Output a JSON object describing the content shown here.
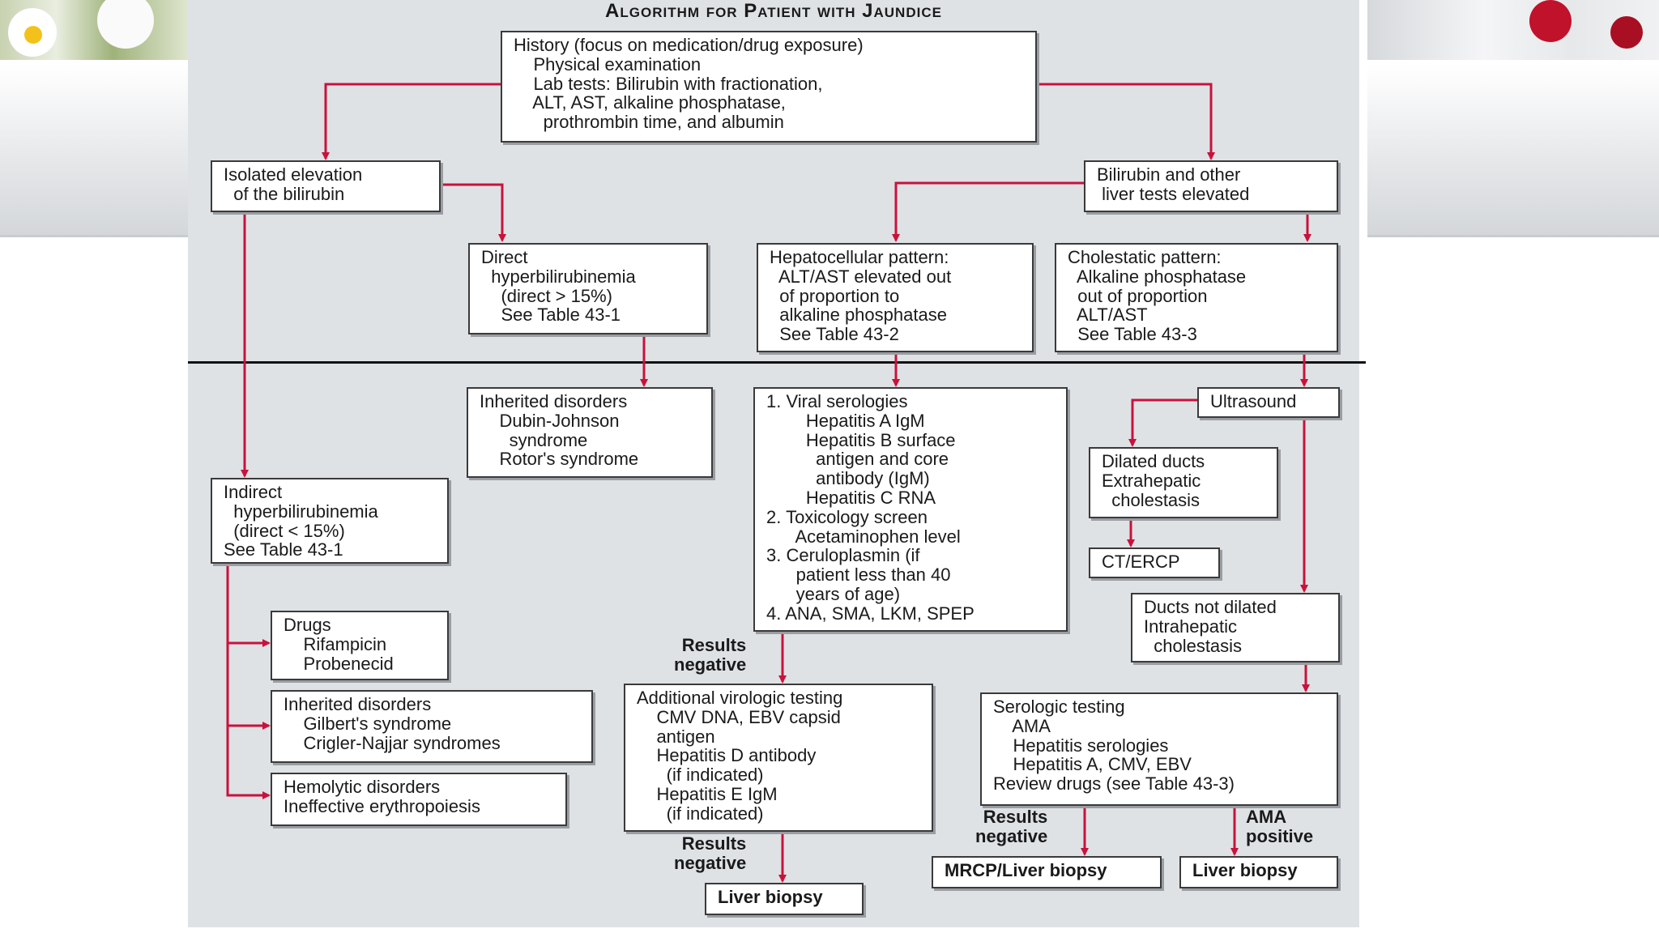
{
  "title": "Algorithm for Patient with Jaundice",
  "colors": {
    "arrow": "#c8123c",
    "slide_bg": "#dfe2e5"
  },
  "boxes": {
    "history": [
      "History (focus on medication/drug exposure)",
      "    Physical examination",
      "    Lab tests: Bilirubin with fractionation,",
      "    ALT, AST, alkaline phosphatase,",
      "      prothrombin time, and albumin"
    ],
    "isolated": [
      "Isolated elevation",
      "  of the bilirubin"
    ],
    "bili_other": [
      "Bilirubin and other",
      " liver tests elevated"
    ],
    "direct": [
      "Direct",
      "  hyperbilirubinemia",
      "    (direct > 15%)",
      "    See Table 43-1"
    ],
    "hepatocellular": [
      "Hepatocellular pattern:",
      "  ALT/AST elevated out",
      "  of proportion to",
      "  alkaline phosphatase",
      "  See Table 43-2"
    ],
    "cholestatic": [
      "Cholestatic pattern:",
      "  Alkaline phosphatase",
      "  out of proportion",
      "  ALT/AST",
      "  See Table 43-3"
    ],
    "inherited_dj": [
      "Inherited disorders",
      "    Dubin-Johnson",
      "      syndrome",
      "    Rotor's syndrome"
    ],
    "viral": [
      "1. Viral serologies",
      "        Hepatitis A IgM",
      "        Hepatitis B surface",
      "          antigen and core",
      "          antibody (IgM)",
      "        Hepatitis C RNA",
      "2. Toxicology screen",
      "      Acetaminophen level",
      "3. Ceruloplasmin (if",
      "      patient less than 40",
      "      years of age)",
      "4. ANA, SMA, LKM, SPEP"
    ],
    "ultrasound": [
      "Ultrasound"
    ],
    "dilated": [
      "Dilated ducts",
      "Extrahepatic",
      "  cholestasis"
    ],
    "ct_ercp": [
      "CT/ERCP"
    ],
    "not_dilated": [
      "Ducts not dilated",
      "Intrahepatic",
      "  cholestasis"
    ],
    "indirect": [
      "Indirect",
      "  hyperbilirubinemia",
      "  (direct < 15%)",
      "See Table 43-1"
    ],
    "drugs": [
      "Drugs",
      "    Rifampicin",
      "    Probenecid"
    ],
    "inherited_gc": [
      "Inherited disorders",
      "    Gilbert's syndrome",
      "    Crigler-Najjar syndromes"
    ],
    "hemolytic": [
      "Hemolytic disorders",
      "Ineffective erythropoiesis"
    ],
    "add_viro": [
      "Additional virologic testing",
      "    CMV DNA, EBV capsid",
      "    antigen",
      "    Hepatitis D antibody",
      "      (if indicated)",
      "    Hepatitis E IgM",
      "      (if indicated)"
    ],
    "serologic": [
      "Serologic testing",
      "    AMA",
      "    Hepatitis serologies",
      "    Hepatitis A, CMV, EBV",
      "Review drugs (see Table 43-3)"
    ],
    "liver_biopsy_mid": [
      "Liver biopsy"
    ],
    "mrcp": [
      "MRCP/Liver biopsy"
    ],
    "liver_biopsy_right": [
      "Liver biopsy"
    ]
  },
  "edge_labels": {
    "results_neg_1": "Results\nnegative",
    "results_neg_2": "Results\nnegative",
    "results_neg_3": "Results\nnegative",
    "ama_pos": "AMA\npositive"
  }
}
